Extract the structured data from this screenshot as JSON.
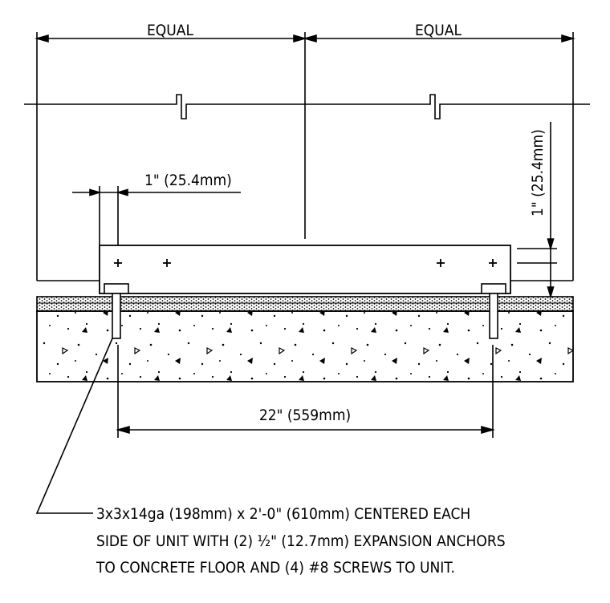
{
  "dimensions": {
    "left_equal": "EQUAL",
    "right_equal": "EQUAL",
    "offset_left": "1\" (25.4mm)",
    "offset_vertical": "1\" (25.4mm)",
    "span": "22\" (559mm)"
  },
  "note": {
    "line1": "3x3x14ga (198mm) x 2'-0\" (610mm) CENTERED EACH",
    "line2": "SIDE OF UNIT WITH (2) ½\" (12.7mm) EXPANSION ANCHORS",
    "line3": "TO CONCRETE FLOOR AND (4) #8 SCREWS TO UNIT."
  }
}
